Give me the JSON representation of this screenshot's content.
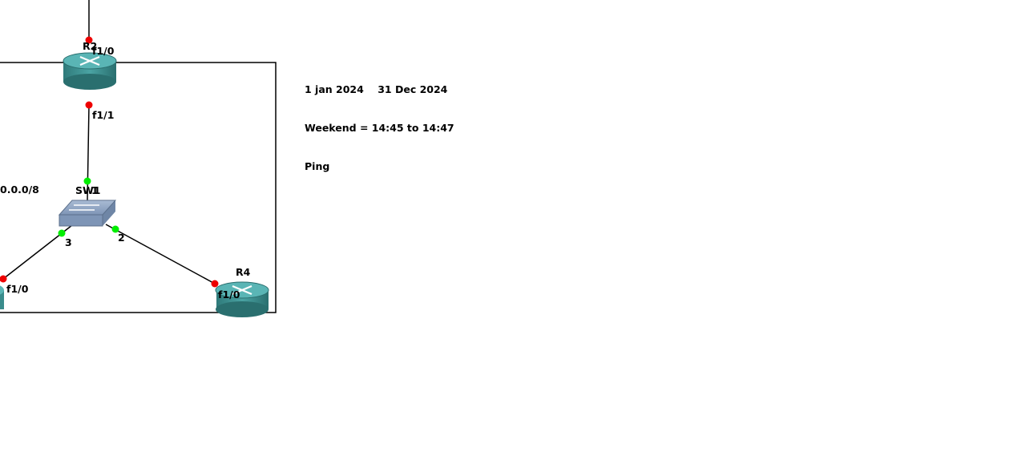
{
  "topology": {
    "devices": {
      "r2": {
        "name": "R2",
        "type": "router"
      },
      "sw1": {
        "name": "SW1",
        "type": "switch"
      },
      "r4": {
        "name": "R4",
        "type": "router"
      },
      "r3": {
        "name": "",
        "type": "router"
      }
    },
    "interfaces": {
      "r2_top": {
        "label": "f1/0",
        "status": "down"
      },
      "r2_bottom": {
        "label": "f1/1",
        "status": "down"
      },
      "sw1_top": {
        "label": "1",
        "status": "up"
      },
      "sw1_left": {
        "label": "3",
        "status": "up"
      },
      "sw1_right": {
        "label": "2",
        "status": "up"
      },
      "r3_port": {
        "label": "f1/0",
        "status": "down"
      },
      "r4_port": {
        "label": "f1/0",
        "status": "down"
      }
    },
    "network_label": "0.0.0/8",
    "colors": {
      "up": "#00ee00",
      "down": "#ee0000",
      "router": "#3a8c8c",
      "switch": "#7e95b6"
    }
  },
  "notes": {
    "line1": "1 jan 2024    31 Dec 2024",
    "line2": "Weekend = 14:45 to 14:47",
    "line3": "Ping"
  }
}
